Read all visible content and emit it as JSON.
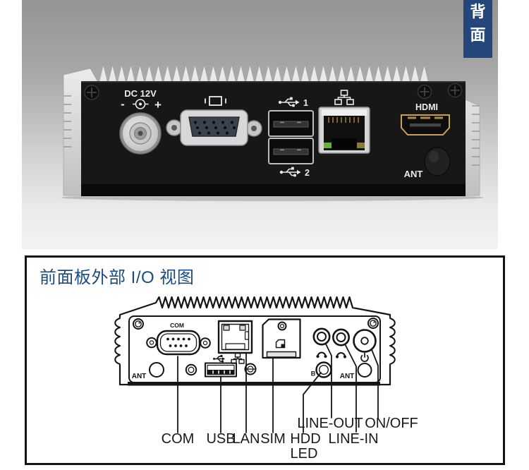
{
  "side_tab": {
    "chars": [
      "背",
      "面"
    ],
    "bg_color": "#24467a",
    "text_color": "#ffffff"
  },
  "rear_photo": {
    "dc_label": "DC 12V",
    "dc_minus": "-",
    "dc_plus": "+",
    "usb1_num": "1",
    "usb2_num": "2",
    "hdmi_label": "HDMI",
    "ant_label": "ANT"
  },
  "diagram": {
    "title": "前面板外部 I/O 视图",
    "title_color": "#1a4b82",
    "panel_text": {
      "com": "COM",
      "ant_left": "ANT",
      "ant_right": "ANT",
      "hdd_marker": "B"
    },
    "callouts": {
      "com": "COM",
      "usb": "USB",
      "lan": "LAN",
      "sim": "SIM",
      "hdd_line1": "HDD",
      "hdd_line2": "LED",
      "line_out": "LINE-OUT",
      "line_in": "LINE-IN",
      "on_off": "ON/OFF"
    }
  }
}
